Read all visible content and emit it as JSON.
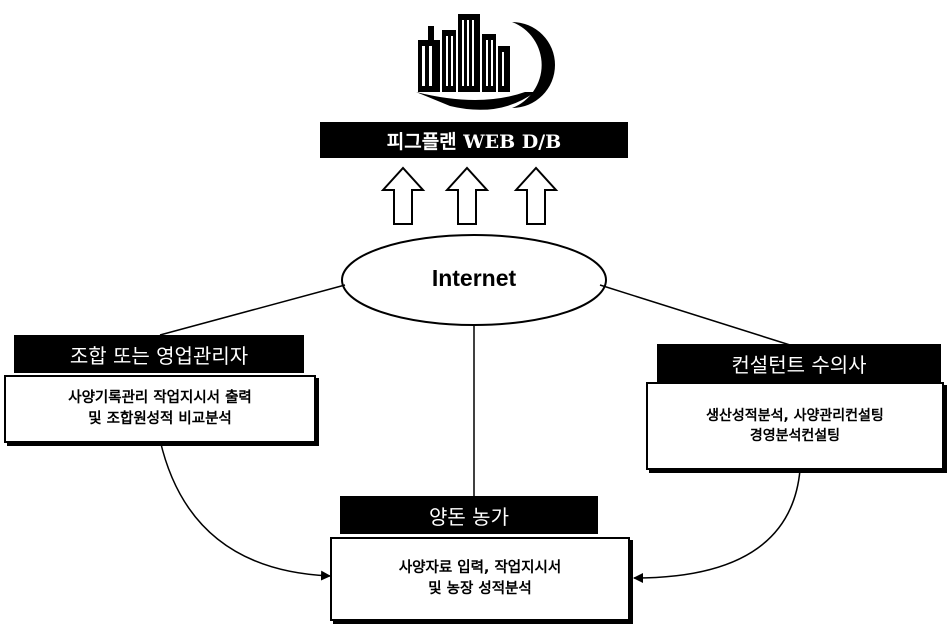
{
  "header": {
    "title": "피그플랜 WEB D/B"
  },
  "hub": {
    "label": "Internet"
  },
  "nodes": {
    "left": {
      "title": "조합 또는 영업관리자",
      "lines": [
        "사양기록관리 작업지시서 출력",
        "및 조합원성적 비교분석"
      ]
    },
    "right": {
      "title": "컨설턴트 수의사",
      "lines": [
        "생산성적분석, 사양관리컨설팅",
        "경영분석컨설팅"
      ]
    },
    "bottom": {
      "title": "양돈 농가",
      "lines": [
        "사양자료 입력, 작업지시서",
        "및 농장 성적분석"
      ]
    }
  },
  "icons": {
    "logo": "city-buildings-logo-icon",
    "arrows": "up-arrow-icon"
  }
}
